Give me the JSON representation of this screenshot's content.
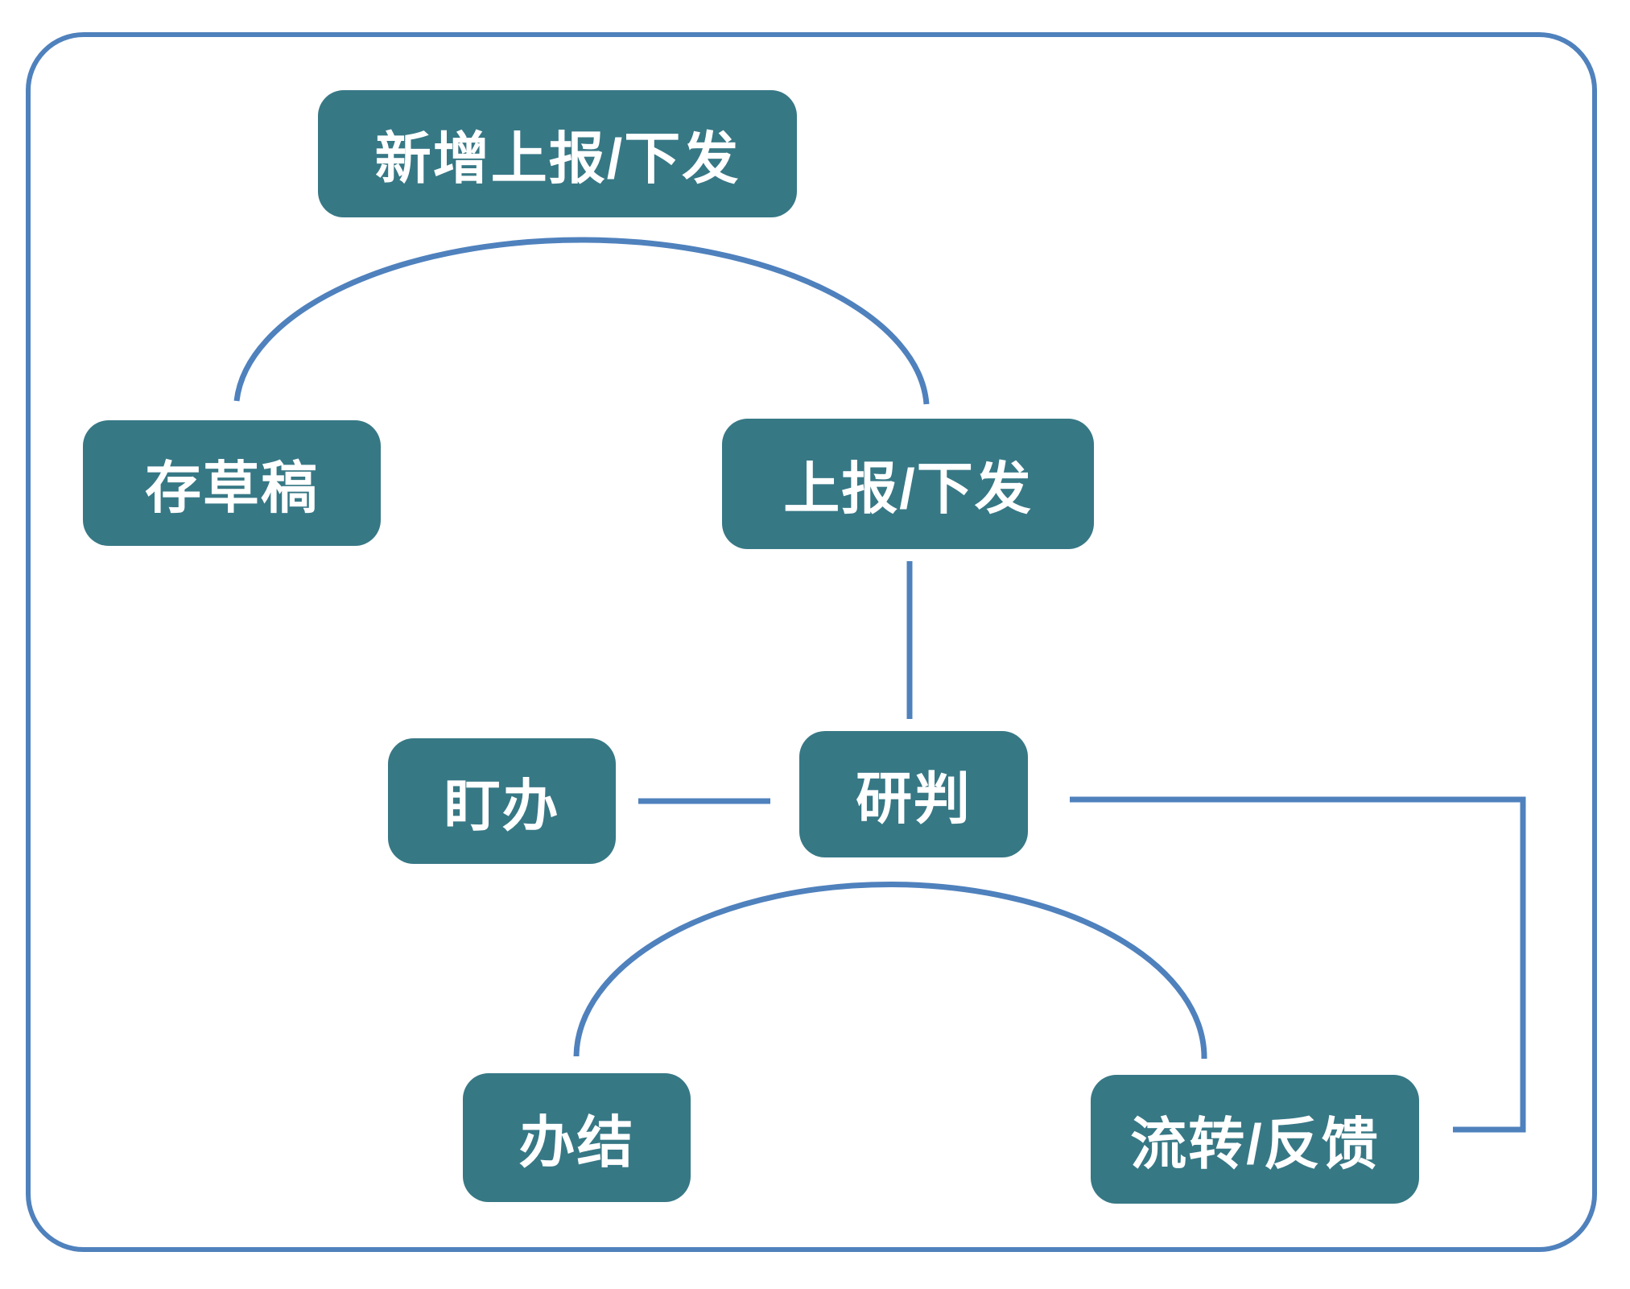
{
  "diagram": {
    "title": "workflow-flowchart",
    "nodes": [
      {
        "id": "new-report",
        "label": "新增上报/下发"
      },
      {
        "id": "save-draft",
        "label": "存草稿"
      },
      {
        "id": "report-issue",
        "label": "上报/下发"
      },
      {
        "id": "watch",
        "label": "盯办"
      },
      {
        "id": "analyze",
        "label": "研判"
      },
      {
        "id": "complete",
        "label": "办结"
      },
      {
        "id": "transfer-feedback",
        "label": "流转/反馈"
      }
    ],
    "edges": [
      {
        "from": "new-report",
        "to": "save-draft",
        "shape": "arc"
      },
      {
        "from": "new-report",
        "to": "report-issue",
        "shape": "arc"
      },
      {
        "from": "report-issue",
        "to": "analyze",
        "shape": "straight"
      },
      {
        "from": "watch",
        "to": "analyze",
        "shape": "straight"
      },
      {
        "from": "analyze",
        "to": "transfer-feedback",
        "shape": "elbow"
      },
      {
        "from": "analyze",
        "to": "complete",
        "shape": "arc"
      },
      {
        "from": "analyze",
        "to": "transfer-feedback",
        "shape": "arc"
      }
    ],
    "colors": {
      "node_fill": "#377885",
      "connector": "#4f81bd",
      "border": "#4f81bd",
      "text": "#ffffff",
      "background": "#ffffff"
    }
  }
}
